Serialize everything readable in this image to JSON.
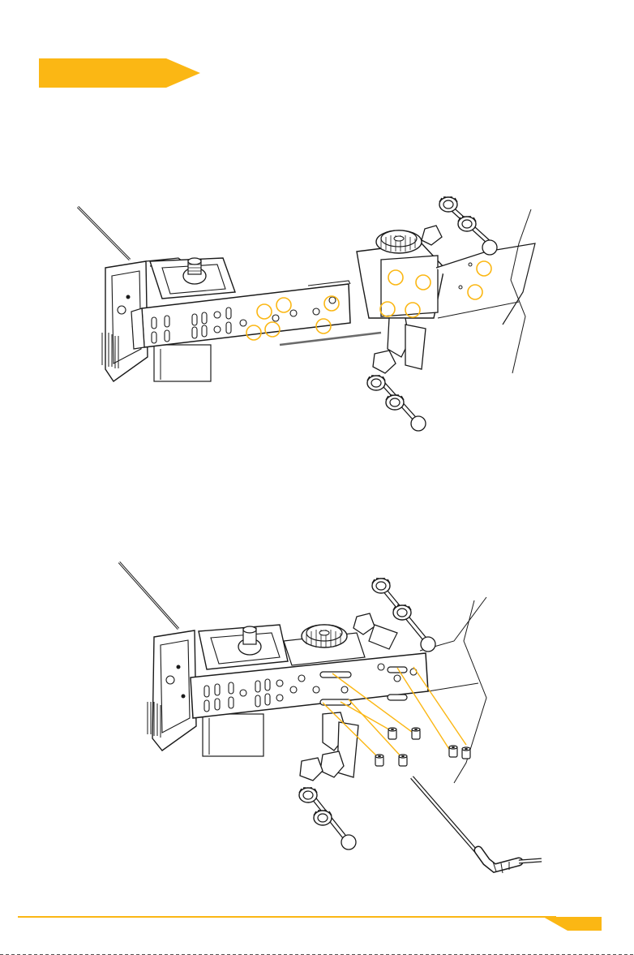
{
  "colors": {
    "accent": "#fbb714",
    "line": "#1a1a1a",
    "hardware_fill": "#ffffff",
    "shade": "#e6e6e6",
    "dark_shade": "#c8c8c8"
  },
  "header": {
    "step_tab_icon": "arrow-tab",
    "step_tab_label": ""
  },
  "figures": [
    {
      "name": "figure-1-slider-alignment",
      "description_icon": "slider-assembly-illustration"
    },
    {
      "name": "figure-2-screw-installation",
      "description_icon": "screw-mounting-illustration"
    }
  ],
  "footer": {
    "page_number": "",
    "footer_tab_icon": "arrow-tab"
  }
}
